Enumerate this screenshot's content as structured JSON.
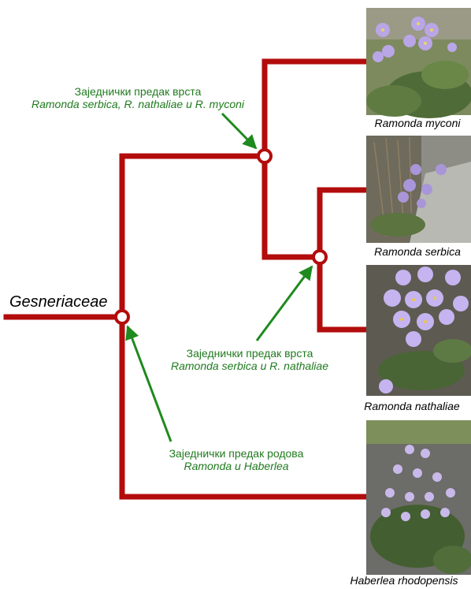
{
  "root": "Gesneriaceae",
  "annotations": [
    {
      "line1": "Заједнички предак врста",
      "line2": "Ramonda serbica, R. nathaliae и R. myconi"
    },
    {
      "line1": "Заједнички предак врста",
      "line2": "Ramonda serbica и R. nathaliae"
    },
    {
      "line1": "Заједнички предак родова",
      "line2": "Ramonda и Haberlea"
    }
  ],
  "species": [
    {
      "name": "Ramonda myconi"
    },
    {
      "name": "Ramonda serbica"
    },
    {
      "name": "Ramonda nathaliae"
    },
    {
      "name": "Haberlea rhodopensis"
    }
  ],
  "colors": {
    "branch": "#b30c0c",
    "arrow": "#1f8a1f",
    "annotation_text": "#1f7a1f",
    "flower": "#b9a6e6",
    "leaf": "#3f5a2e"
  }
}
